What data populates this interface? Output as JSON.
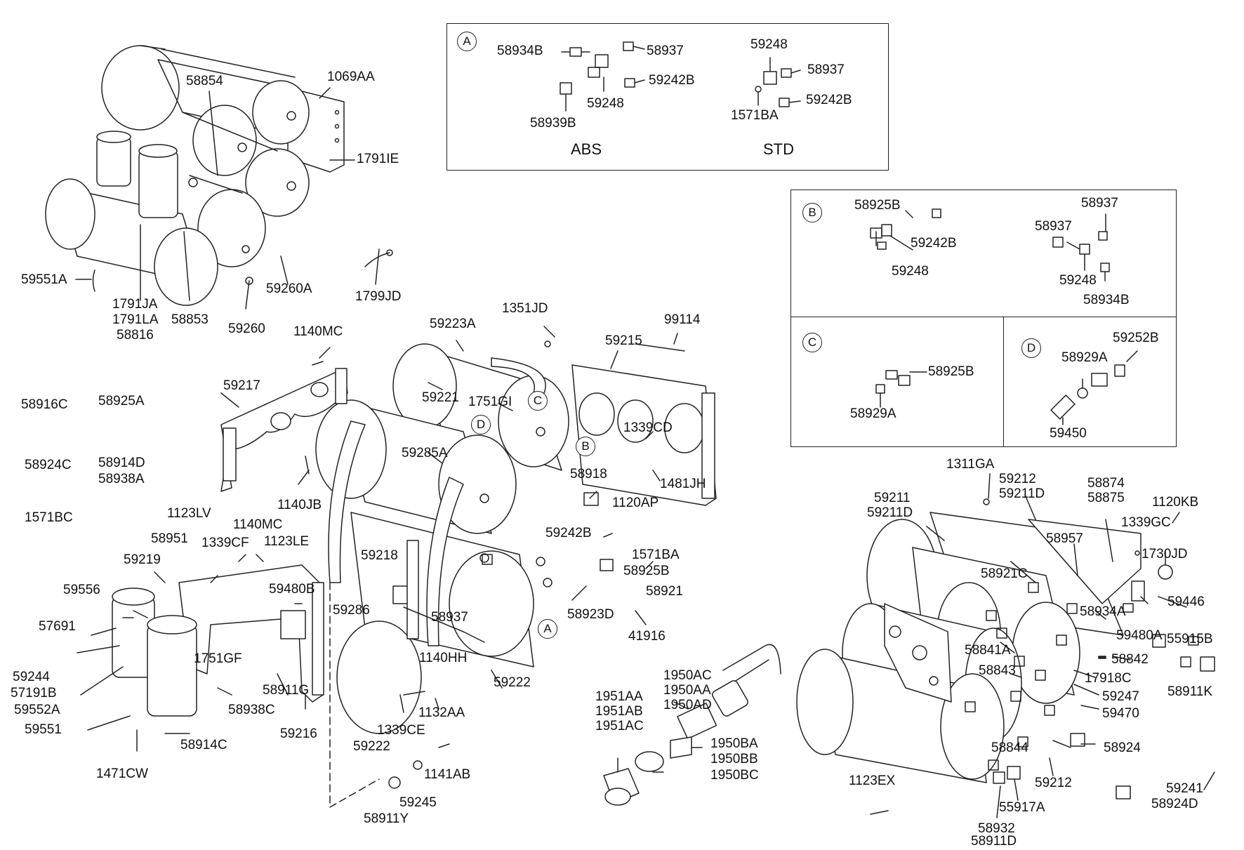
{
  "detail_boxes": {
    "A": {
      "marker": "A",
      "labels": [
        "58934B",
        "58937",
        "59242B",
        "59248",
        "58939B",
        "59248",
        "58937",
        "59242B",
        "1571BA"
      ],
      "captions": [
        "ABS",
        "STD"
      ]
    },
    "B": {
      "marker": "B",
      "labels": [
        "58925B",
        "59242B",
        "59248",
        "58937",
        "58937",
        "59248",
        "58934B"
      ]
    },
    "C": {
      "marker": "C",
      "labels": [
        "58925B",
        "58929A"
      ]
    },
    "D": {
      "marker": "D",
      "labels": [
        "59252B",
        "58929A",
        "59450"
      ]
    }
  },
  "diagram_markers": [
    "C",
    "B",
    "D",
    "A"
  ],
  "callouts": [
    "58854",
    "1069AA",
    "1791IE",
    "59551A",
    "1791JA",
    "1791LA",
    "58816",
    "58853",
    "59260",
    "59260A",
    "1799JD",
    "1351JD",
    "59223A",
    "99114",
    "59215",
    "1140MC",
    "59217",
    "59221",
    "1751GI",
    "1339CD",
    "1481JH",
    "1140JB",
    "59285A",
    "58918",
    "1120AP",
    "59242B",
    "1571BA",
    "58925B",
    "58921",
    "58923D",
    "41916",
    "58916C",
    "58925A",
    "58914D",
    "58938A",
    "58924C",
    "1571BC",
    "1123LV",
    "1140MC",
    "58951",
    "1339CF",
    "1123LE",
    "59219",
    "59480B",
    "59218",
    "58937",
    "59556",
    "57691",
    "59244",
    "57191B",
    "59552A",
    "59551",
    "1471CW",
    "58914C",
    "59286",
    "1751GF",
    "58911G",
    "58938C",
    "59216",
    "1140HH",
    "1132AA",
    "1339CE",
    "59222",
    "59222",
    "1141AB",
    "59245",
    "58911Y",
    "1950AC",
    "1950AA",
    "1950AD",
    "1951AA",
    "1951AB",
    "1951AC",
    "1950BA",
    "1950BB",
    "1950BC",
    "1311GA",
    "59212",
    "59211D",
    "59211",
    "59211D",
    "58874",
    "58875",
    "1120KB",
    "1339GC",
    "58957",
    "1730JD",
    "58921C",
    "59446",
    "58934A",
    "59480A",
    "55915B",
    "58841A",
    "58842",
    "58911K",
    "58843",
    "17918C",
    "59247",
    "59470",
    "58844",
    "58924",
    "59212",
    "1123EX",
    "55917A",
    "59241",
    "58924D",
    "58932",
    "58911D"
  ]
}
